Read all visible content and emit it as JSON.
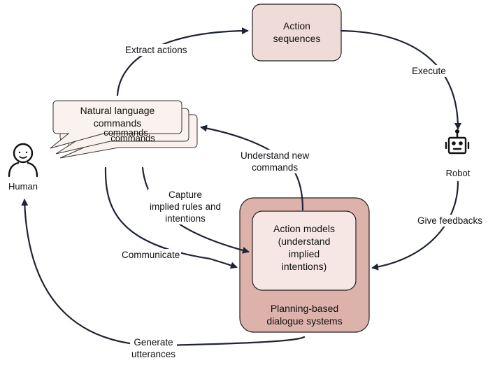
{
  "nodes": {
    "action_sequences": [
      "Action",
      "sequences"
    ],
    "nl_commands": [
      "Natural language",
      "commands"
    ],
    "nl_commands_back": "commands",
    "nl_commands_back2": "commands",
    "human": "Human",
    "robot": "Robot",
    "action_models": [
      "Action models",
      "(understand",
      "implied",
      "intentions)"
    ],
    "planning_system": [
      "Planning-based",
      "dialogue systems"
    ]
  },
  "edges": {
    "extract_actions": "Extract actions",
    "execute": "Execute",
    "understand_new": [
      "Understand new",
      "commands"
    ],
    "capture_rules": [
      "Capture",
      "implied rules and",
      "intentions"
    ],
    "give_feedbacks": "Give feedbacks",
    "communicate": "Communicate",
    "generate_utterances": [
      "Generate",
      "utterances"
    ]
  },
  "colors": {
    "action_sequences_fill": "#efdcd8",
    "planning_fill": "#dcb2ab",
    "action_models_fill": "#f6e7e4",
    "arrow": "#1f2433",
    "bubble_fill": "#fbf1ee"
  }
}
